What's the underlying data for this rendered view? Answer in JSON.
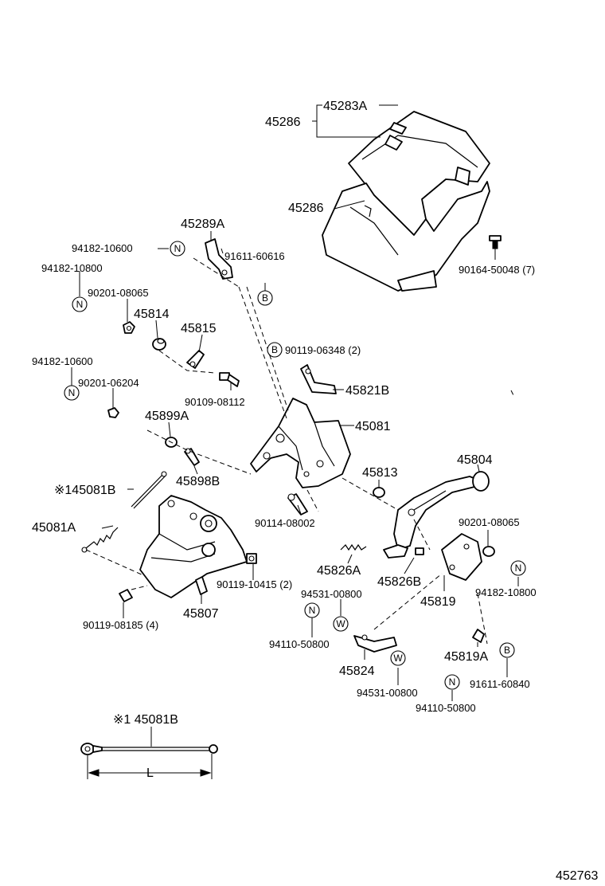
{
  "labels": {
    "p45283A": "45283A",
    "p45286a": "45286",
    "p45286b": "45286",
    "p90164": "90164-50048 (7)",
    "p45289A": "45289A",
    "p94182_10600a": "94182-10600",
    "p91611_60616": "91611-60616",
    "p94182_10800a": "94182-10800",
    "p90201_08065a": "90201-08065",
    "p45814": "45814",
    "p45815": "45815",
    "p90119_06348": "90119-06348 (2)",
    "p94182_10600b": "94182-10600",
    "p90201_06204": "90201-06204",
    "p90109_08112": "90109-08112",
    "p45821B": "45821B",
    "p45899A": "45899A",
    "p45081": "45081",
    "p45898B": "45898B",
    "p145081B": "※145081B",
    "p45813": "45813",
    "p45804": "45804",
    "p45081A": "45081A",
    "p90114_08002": "90114-08002",
    "p90201_08065b": "90201-08065",
    "p90119_10415": "90119-10415 (2)",
    "p45826A": "45826A",
    "p45826B": "45826B",
    "p94531_00800a": "94531-00800",
    "p45819": "45819",
    "p94182_10800b": "94182-10800",
    "p90119_08185": "90119-08185 (4)",
    "p45807": "45807",
    "p94110_50800a": "94110-50800",
    "p45824": "45824",
    "p45819A": "45819A",
    "p91611_60840": "91611-60840",
    "p94531_00800b": "94531-00800",
    "p94110_50800b": "94110-50800",
    "p1_45081B": "※1 45081B",
    "dimL": "L",
    "figno": "452763"
  },
  "markers": {
    "N": "N",
    "B": "B",
    "W": "W"
  }
}
